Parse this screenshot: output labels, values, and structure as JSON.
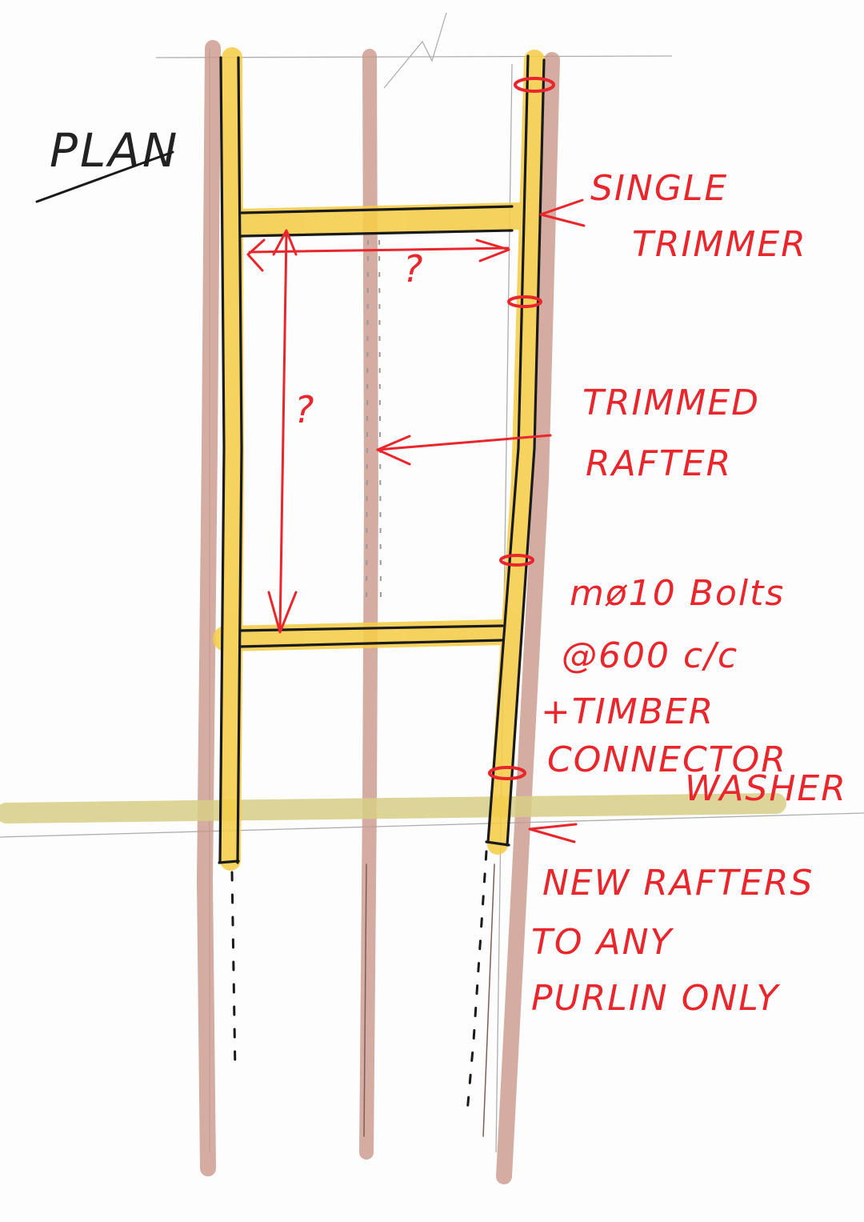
{
  "title": "PLAN",
  "dimension_marks": {
    "width": "?",
    "length": "?"
  },
  "labels": {
    "single_trimmer": [
      "SINGLE",
      "TRIMMER"
    ],
    "trimmed_rafter": [
      "TRIMMED",
      "RAFTER"
    ],
    "bolts": [
      "mø10 Bolts",
      "@600 c/c",
      "+TIMBER",
      "CONNECTOR",
      "WASHER"
    ],
    "new_rafters": [
      "NEW RAFTERS",
      "TO ANY",
      "PURLIN ONLY"
    ]
  },
  "colors": {
    "annotation": "#e8262c",
    "new_timber": "#f5cd48",
    "existing_rafter": "#c9978a",
    "purlin": "#d8cf86",
    "ink": "#1a1a1a"
  }
}
